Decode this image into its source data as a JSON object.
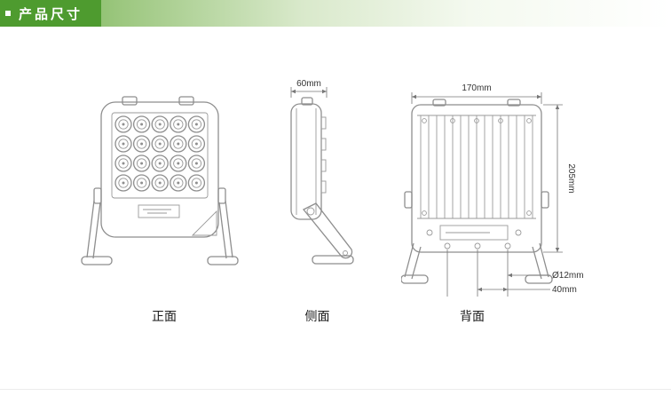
{
  "header": {
    "title": "产品尺寸"
  },
  "drawing": {
    "front": {
      "label": "正面"
    },
    "side": {
      "label": "侧面",
      "dims": {
        "width": "60mm"
      }
    },
    "back": {
      "label": "背面",
      "dims": {
        "width": "170mm",
        "height": "205mm",
        "hole_diameter": "Ø12mm",
        "hole_spacing": "40mm"
      }
    }
  }
}
